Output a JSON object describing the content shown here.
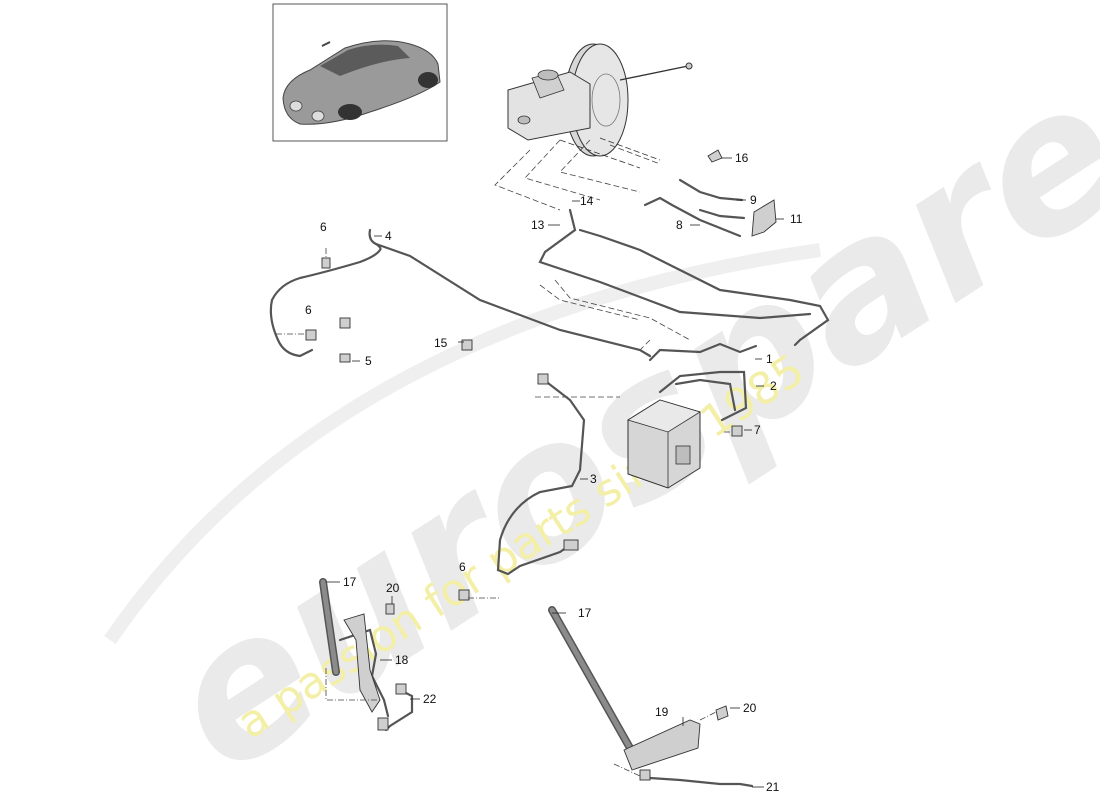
{
  "watermark": {
    "brand": "eurospares",
    "tagline": "a passion for parts since 1985",
    "brand_color": "#e6e6e6",
    "tagline_color": "#f2ee9a"
  },
  "vehicle_thumbnail": {
    "icon": "car-icon"
  },
  "callouts": [
    {
      "id": "1",
      "label": "1"
    },
    {
      "id": "2",
      "label": "2"
    },
    {
      "id": "3",
      "label": "3"
    },
    {
      "id": "4",
      "label": "4"
    },
    {
      "id": "5",
      "label": "5"
    },
    {
      "id": "6a",
      "label": "6"
    },
    {
      "id": "6b",
      "label": "6"
    },
    {
      "id": "6c",
      "label": "6"
    },
    {
      "id": "7",
      "label": "7"
    },
    {
      "id": "8",
      "label": "8"
    },
    {
      "id": "9",
      "label": "9"
    },
    {
      "id": "11",
      "label": "11"
    },
    {
      "id": "13",
      "label": "13"
    },
    {
      "id": "14",
      "label": "14"
    },
    {
      "id": "15",
      "label": "15"
    },
    {
      "id": "16",
      "label": "16"
    },
    {
      "id": "17a",
      "label": "17"
    },
    {
      "id": "17b",
      "label": "17"
    },
    {
      "id": "18",
      "label": "18"
    },
    {
      "id": "19",
      "label": "19"
    },
    {
      "id": "20a",
      "label": "20"
    },
    {
      "id": "20b",
      "label": "20"
    },
    {
      "id": "21",
      "label": "21"
    },
    {
      "id": "22",
      "label": "22"
    }
  ]
}
